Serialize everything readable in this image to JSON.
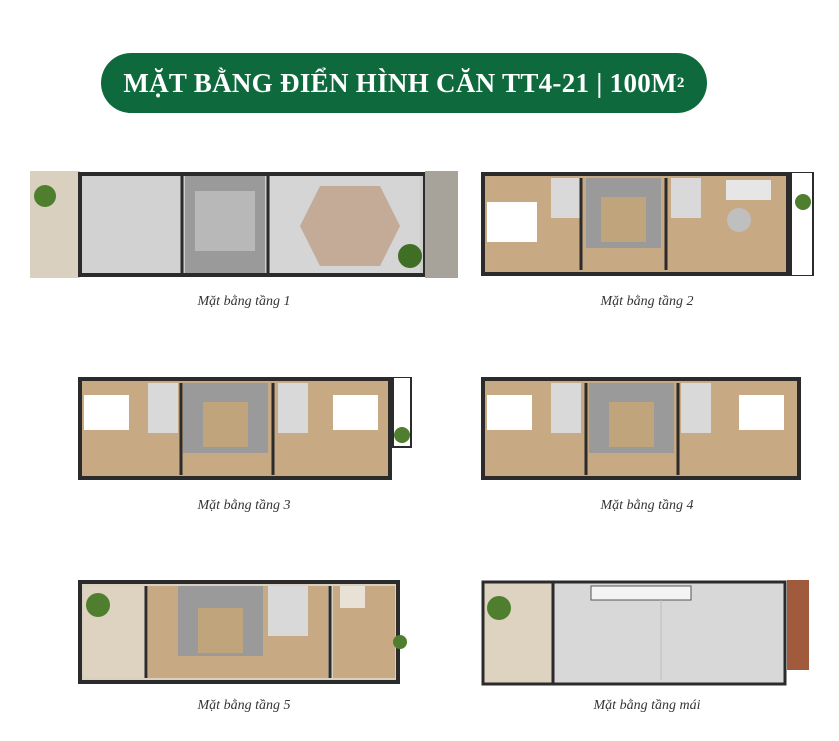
{
  "title": {
    "text": "MẶT BẰNG ĐIỂN HÌNH CĂN TT4-21 | 100M",
    "superscript": "2"
  },
  "colors": {
    "banner": "#0e6a3c",
    "wall": "#2b2b2b",
    "floor_wood": "#c7aa83",
    "floor_tile": "#cfcfcf",
    "stair": "#8a8a8a",
    "plant": "#4f7f2e"
  },
  "floors": [
    {
      "caption": "Mặt bằng tầng 1"
    },
    {
      "caption": "Mặt bằng tầng 2"
    },
    {
      "caption": "Mặt bằng tầng 3"
    },
    {
      "caption": "Mặt bằng tầng 4"
    },
    {
      "caption": "Mặt bằng tầng 5"
    },
    {
      "caption": "Mặt bằng tầng mái"
    }
  ]
}
